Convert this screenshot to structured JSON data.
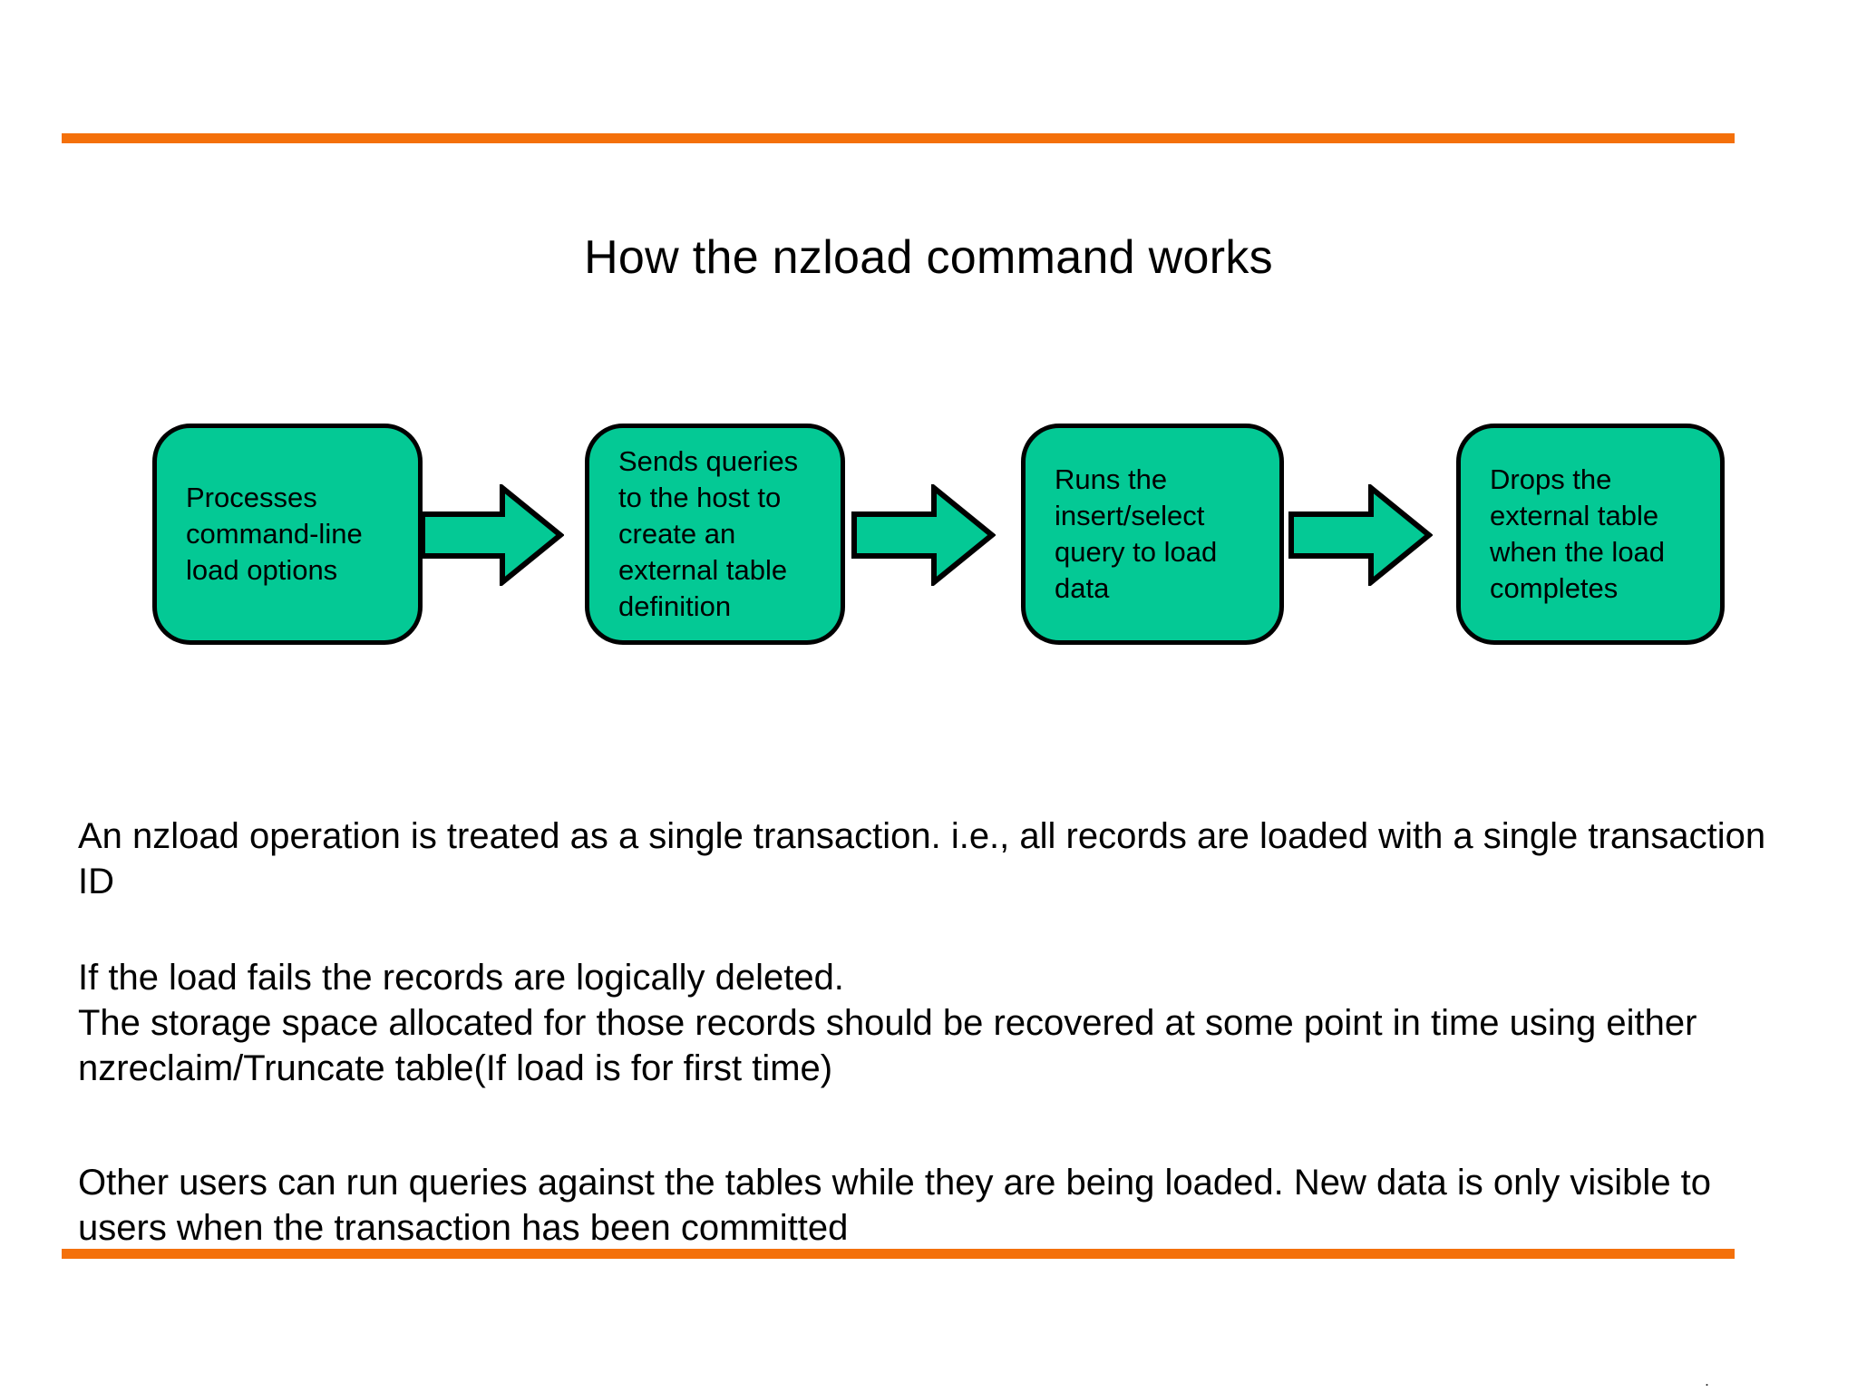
{
  "slide": {
    "title": "How the nzload command works",
    "accent_color": "#F4700A",
    "box_fill_color": "#04C995",
    "box_border_color": "#000000",
    "background_color": "#FFFFFF",
    "corner_mark": "."
  },
  "diagram": {
    "type": "flow",
    "direction": "left-to-right",
    "steps": [
      {
        "index": 1,
        "text": "Processes\ncommand-line\nload options"
      },
      {
        "index": 2,
        "text": "Sends queries\nto the host to\ncreate an\nexternal table\ndefinition"
      },
      {
        "index": 3,
        "text": "Runs the\ninsert/select\nquery to load\ndata"
      },
      {
        "index": 4,
        "text": "Drops the\nexternal table\nwhen the load\ncompletes"
      }
    ],
    "connectors": [
      {
        "from": 1,
        "to": 2,
        "kind": "block-arrow-right"
      },
      {
        "from": 2,
        "to": 3,
        "kind": "block-arrow-right"
      },
      {
        "from": 3,
        "to": 4,
        "kind": "block-arrow-right"
      }
    ]
  },
  "body": {
    "paragraphs": [
      "An nzload operation is treated as a single transaction. i.e., all records are loaded with a single transaction ID",
      "If the load fails the records are logically deleted.\nThe storage space allocated for those records should be recovered at some point in time using either nzreclaim/Truncate table(If load is for first time)",
      "Other users can run queries against the tables while they are being loaded. New data is only visible to users when the transaction has been committed"
    ]
  }
}
